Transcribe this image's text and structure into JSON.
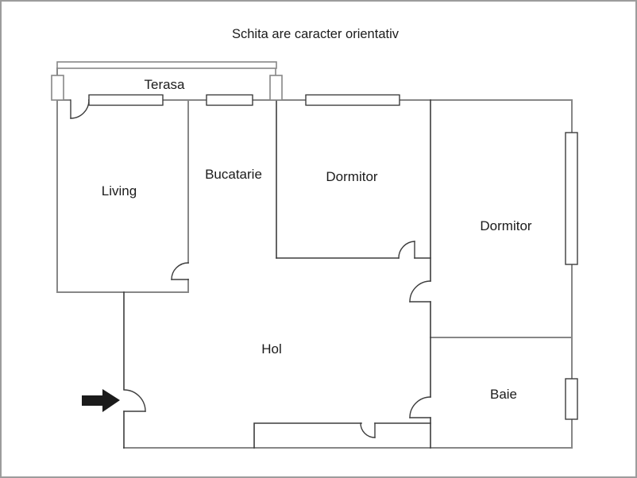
{
  "title": "Schita are caracter orientativ",
  "rooms": [
    {
      "label": "Terasa"
    },
    {
      "label": "Living"
    },
    {
      "label": "Bucatarie"
    },
    {
      "label": "Dormitor"
    },
    {
      "label": "Dormitor"
    },
    {
      "label": "Hol"
    },
    {
      "label": "Baie"
    }
  ],
  "icons": {
    "entrance_arrow": "solid-right-arrow"
  },
  "colors": {
    "background": "#ffffff",
    "canvas_border": "#9c9c9c",
    "wall_exterior": "#878787",
    "wall_interior": "#3d3d3d",
    "label_text": "#1b1b1b",
    "entrance_arrow": "#1b1b1b"
  }
}
